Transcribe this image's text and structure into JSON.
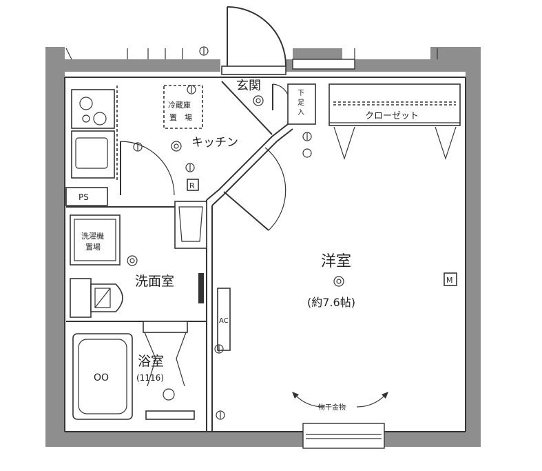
{
  "rooms": {
    "entrance": "玄関",
    "kitchen": "キッチン",
    "western_room": "洋室",
    "western_room_size": "(約7.6帖)",
    "washroom": "洗面室",
    "bathroom": "浴室",
    "bathroom_size": "(1116)"
  },
  "fixtures": {
    "fridge_place_line1": "冷蔵庫",
    "fridge_place_line2": "置　場",
    "washer_place_line1": "洗濯機",
    "washer_place_line2": "置場",
    "closet": "クローゼット",
    "shoe_box_line1": "下",
    "shoe_box_line2": "足",
    "shoe_box_line3": "入",
    "ps": "PS",
    "ac": "AC",
    "meter": "M",
    "remote": "R",
    "drying_hardware": "物干金物",
    "bathtub_mark": "OO"
  },
  "colors": {
    "wall": "#8e8e8e",
    "line": "#333333",
    "background": "#ffffff"
  }
}
